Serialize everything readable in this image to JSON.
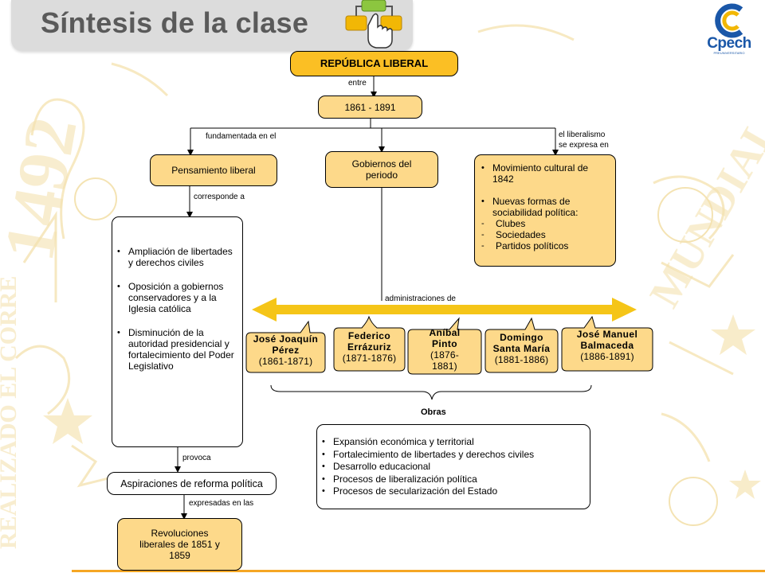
{
  "header": {
    "title": "Síntesis de la clase",
    "icon": "hand-clicking-diagram-icon"
  },
  "logo": {
    "name": "Cpech",
    "tagline": "PREUNIVERSITARIO",
    "colors": {
      "primary": "#1a57a8",
      "accent": "#f2b705"
    }
  },
  "colors": {
    "box_fill": "#fdd98a",
    "box_fill_strong": "#fbbf24",
    "arrow": "#f5c518"
  },
  "diagram": {
    "root": "REPÚBLICA LIBERAL",
    "label_entre": "entre",
    "period": "1861 - 1891",
    "label_fundamentada": "fundamentada en el",
    "label_expresa_1": "el liberalismo",
    "label_expresa_2": "se expresa en",
    "pensamiento": "Pensamiento liberal",
    "label_corresponde": "corresponde a",
    "gobiernos": "Gobiernos del periodo",
    "cultural": {
      "item1": "Movimiento cultural de 1842",
      "item2": "Nuevas formas de sociabilidad política:",
      "subitems": [
        "Clubes",
        "Sociedades",
        "Partidos políticos"
      ]
    },
    "ideas": [
      "Ampliación de libertades y derechos civiles",
      "Oposición a gobiernos conservadores y a la Iglesia católica",
      "Disminución de la autoridad presidencial y fortalecimiento del Poder Legislativo"
    ],
    "label_administraciones": "administraciones de",
    "presidents": [
      {
        "name_line1": "José Joaquín",
        "name_line2": "Pérez",
        "years": "(1861-1871)"
      },
      {
        "name_line1": "Federico",
        "name_line2": "Errázuriz",
        "years": "(1871-1876)"
      },
      {
        "name_line1": "Aníbal",
        "name_line2": "Pinto",
        "years": "(1876-1881)"
      },
      {
        "name_line1": "Domingo",
        "name_line2": "Santa María",
        "years": "(1881-1886)"
      },
      {
        "name_line1": "José Manuel",
        "name_line2": "Balmaceda",
        "years": "(1886-1891)"
      }
    ],
    "label_obras": "Obras",
    "obras": [
      "Expansión económica y territorial",
      "Fortalecimiento de libertades y derechos civiles",
      "Desarrollo educacional",
      "Procesos de liberalización política",
      "Procesos de secularización del Estado"
    ],
    "label_provoca": "provoca",
    "aspiraciones": "Aspiraciones de reforma política",
    "label_expresadas": "expresadas en las",
    "revoluciones": "Revoluciones liberales de 1851 y 1859"
  }
}
